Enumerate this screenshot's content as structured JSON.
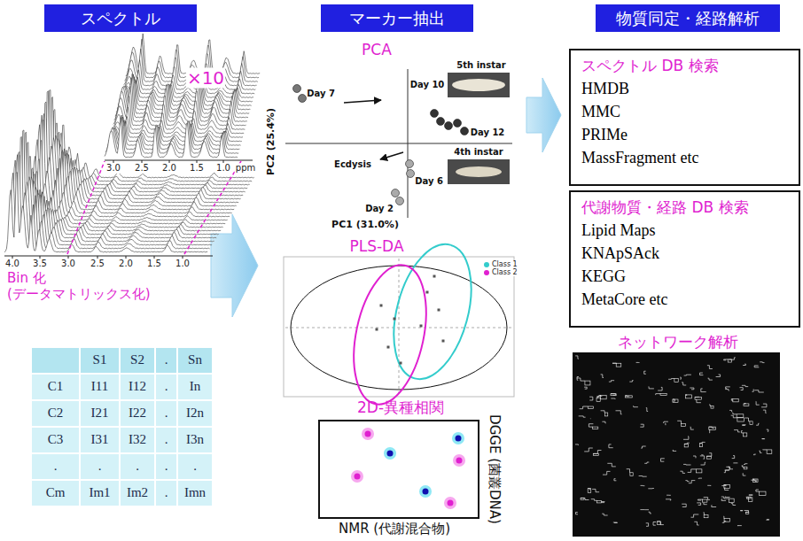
{
  "diagram": {
    "nodes": [
      {
        "text": [
          "スペクトル"
        ]
      },
      {
        "text": [
          "マーカー抽出"
        ]
      },
      {
        "text": [
          "物質同定・経路解析"
        ]
      },
      {
        "text": [
          "スペクトル DB 検索",
          "HMDB",
          "MMC",
          "PRIMe",
          "MassFragment etc"
        ]
      },
      {
        "text": [
          "代謝物質・経路 DB 検索",
          "Lipid Maps",
          "KNApSAck",
          "KEGG",
          "MetaCore etc"
        ]
      }
    ],
    "labels": [
      "×10",
      "3.0",
      "2.5",
      "2.0",
      "1.5",
      "1.0",
      "ppm",
      "4.0",
      "3.5",
      "3.0",
      "2.5",
      "2.0",
      "1.5",
      "1.0",
      "Bin 化 (データマトリックス化)",
      "S1",
      "S2",
      ".",
      "Sn",
      "C1",
      "I11",
      "I12",
      ".",
      "In",
      "C2",
      "I21",
      "I22",
      ".",
      "I2n",
      "C3",
      "I31",
      "I32",
      ".",
      "I3n",
      ".",
      ".",
      ".",
      ".",
      ".",
      "Cm",
      "Im1",
      "Im2",
      ".",
      "Imn",
      "PCA",
      "Day 7",
      "Day 10",
      "5th instar",
      "Day 12",
      "Ecdysis",
      "4th instar",
      "Day 6",
      "Day 2",
      "PC2 (25.4%)",
      "PC1 (31.0%)",
      "PLS-DA",
      "2D-異種相関",
      "DGGE (菌叢DNA)",
      "NMR (代謝混合物)",
      "ネットワーク解析"
    ],
    "legend": [
      {
        "text": "Class 1",
        "color": "#33cccc"
      },
      {
        "text": "Class 2",
        "color": "#e020d0"
      }
    ]
  }
}
